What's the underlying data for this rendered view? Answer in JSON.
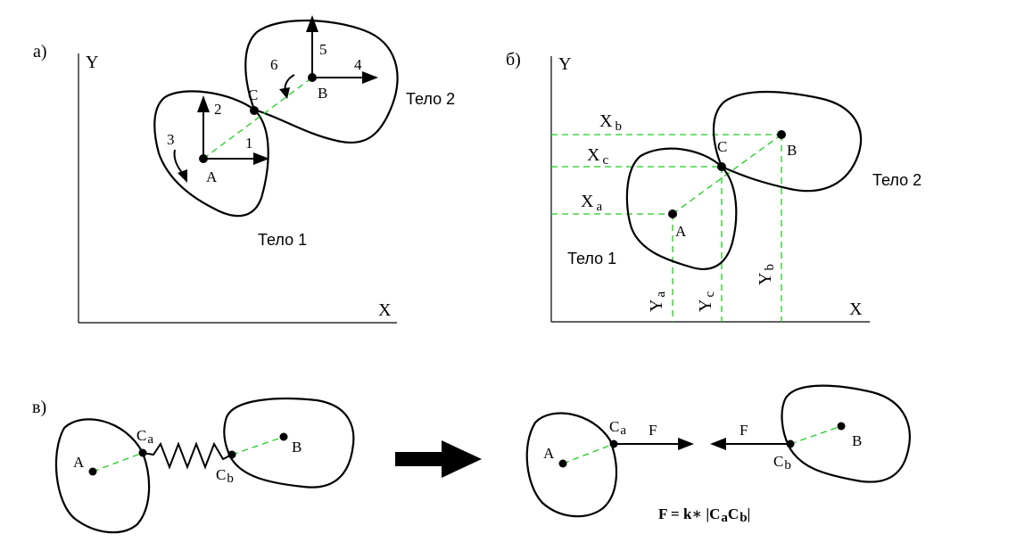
{
  "panel_a": {
    "label": "а)",
    "axis_y": "Y",
    "axis_x": "X",
    "point_a": "A",
    "point_b": "B",
    "point_c": "C",
    "arrow_1": "1",
    "arrow_2": "2",
    "arrow_3": "3",
    "arrow_4": "4",
    "arrow_5": "5",
    "arrow_6": "6",
    "body_1": "Тело 1",
    "body_2": "Тело 2"
  },
  "panel_b": {
    "label": "б)",
    "axis_y": "Y",
    "axis_x": "X",
    "point_a": "A",
    "point_b": "B",
    "point_c": "C",
    "xb_main": "X",
    "xb_sub": "b",
    "xc_main": "X",
    "xc_sub": "c",
    "xa_main": "X",
    "xa_sub": "a",
    "ya_main": "Y",
    "ya_sub": "a",
    "yc_main": "Y",
    "yc_sub": "c",
    "yb_main": "Y",
    "yb_sub": "b",
    "body_1": "Тело 1",
    "body_2": "Тело 2"
  },
  "panel_c": {
    "label": "в)",
    "left_point_a": "A",
    "left_point_b": "B",
    "left_ca_main": "C",
    "left_ca_sub": "a",
    "left_cb_main": "C",
    "left_cb_sub": "b",
    "right_point_a": "A",
    "right_point_b": "B",
    "right_ca_main": "C",
    "right_ca_sub": "a",
    "right_cb_main": "C",
    "right_cb_sub": "b",
    "force_right": "F",
    "force_left": "F",
    "formula_prefix": "F = k∗ |C",
    "formula_sub1": "a",
    "formula_mid": "C",
    "formula_sub2": "b",
    "formula_suffix": "|"
  },
  "colors": {
    "construction_lines": "#1fcc1f",
    "outlines": "#000000"
  }
}
